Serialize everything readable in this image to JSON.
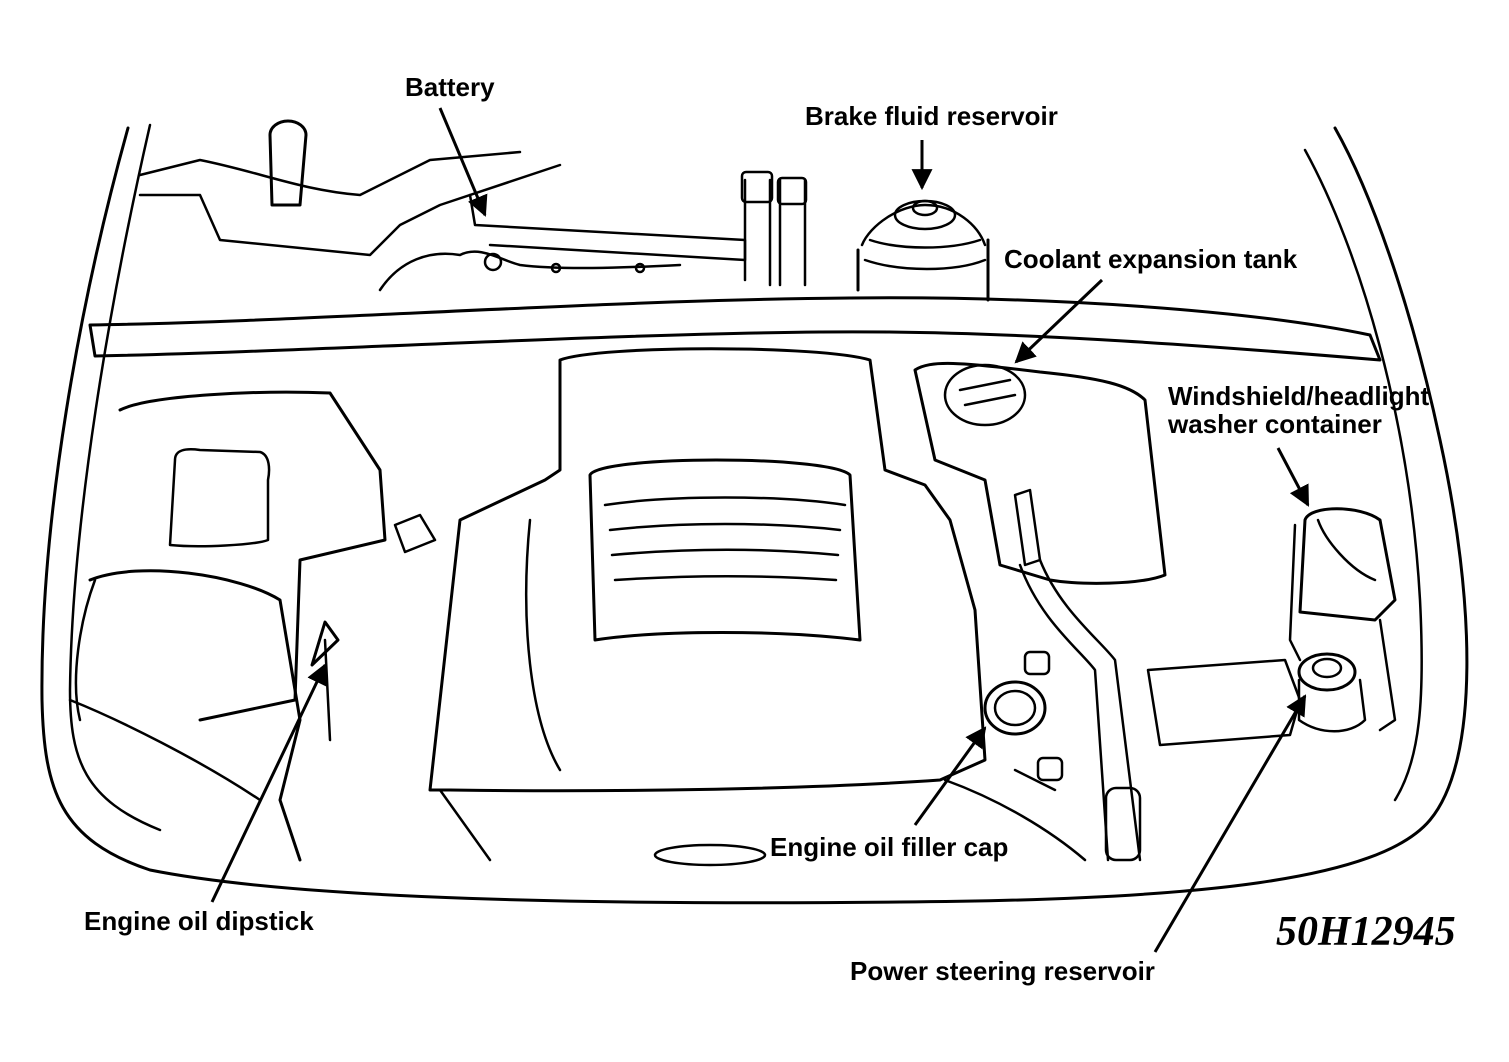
{
  "labels": {
    "battery": "Battery",
    "brake_fluid": "Brake fluid reservoir",
    "coolant": "Coolant expansion tank",
    "washer_line1": "Windshield/headlight",
    "washer_line2": "washer container",
    "oil_filler": "Engine oil filler cap",
    "dipstick": "Engine oil dipstick",
    "power_steering": "Power steering reservoir"
  },
  "figure_code": "50H12945",
  "colors": {
    "ink": "#000000",
    "background": "#ffffff"
  }
}
